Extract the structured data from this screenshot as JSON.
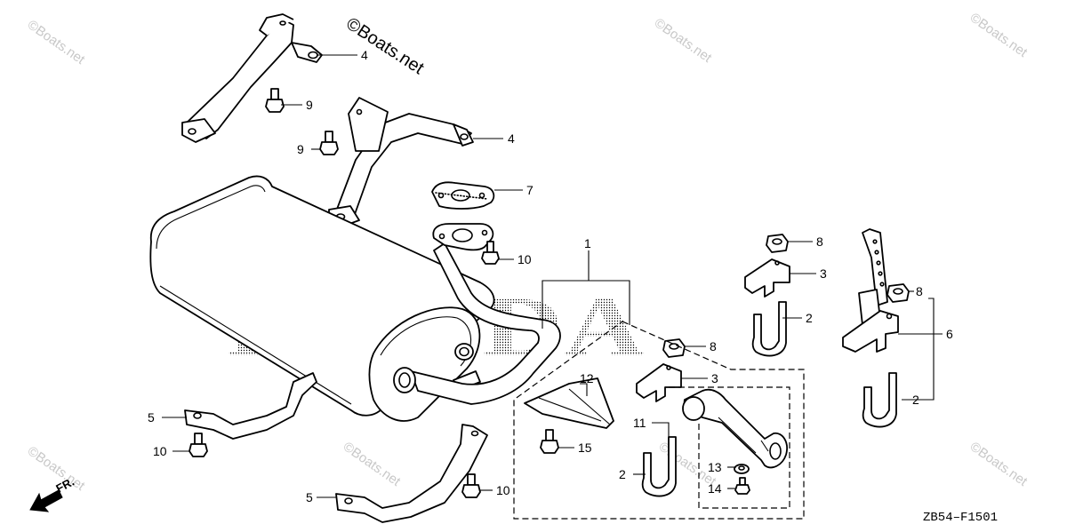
{
  "diagram": {
    "copyright": "©Boats.net",
    "watermark": "©Boats.net",
    "brand_watermark": "HONDA",
    "drawing_code": "ZB54–F1501",
    "front_indicator": "FR.",
    "callouts": {
      "c1": "1",
      "c2a": "2",
      "c2b": "2",
      "c2c": "2",
      "c3a": "3",
      "c3b": "3",
      "c4a": "4",
      "c4b": "4",
      "c5a": "5",
      "c5b": "5",
      "c6": "6",
      "c7": "7",
      "c8a": "8",
      "c8b": "8",
      "c8c": "8",
      "c9a": "9",
      "c9b": "9",
      "c10a": "10",
      "c10b": "10",
      "c10c": "10",
      "c11": "11",
      "c12": "12",
      "c13": "13",
      "c14": "14",
      "c15": "15"
    }
  }
}
